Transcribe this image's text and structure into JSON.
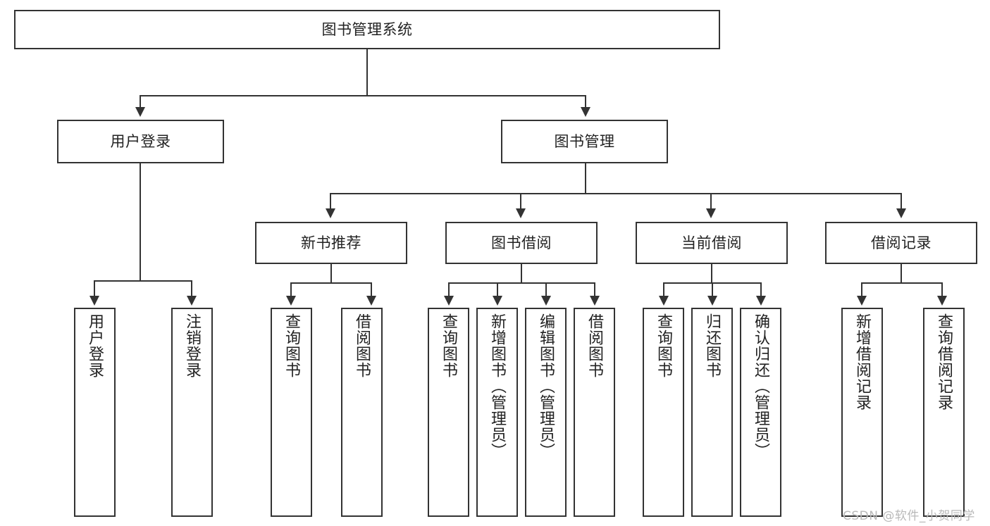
{
  "diagram": {
    "title": "图书管理系统",
    "type": "tree",
    "root": {
      "label": "图书管理系统"
    },
    "level2": [
      {
        "label": "用户登录"
      },
      {
        "label": "图书管理"
      }
    ],
    "level3": [
      {
        "label": "新书推荐"
      },
      {
        "label": "图书借阅"
      },
      {
        "label": "当前借阅"
      },
      {
        "label": "借阅记录"
      }
    ],
    "leaves": {
      "user_login": [
        {
          "label": "用户登录"
        },
        {
          "label": "注销登录"
        }
      ],
      "new_book_recommend": [
        {
          "label": "查询图书"
        },
        {
          "label": "借阅图书"
        }
      ],
      "book_borrow": [
        {
          "label": "查询图书"
        },
        {
          "label": "新增图书（管理员）"
        },
        {
          "label": "编辑图书（管理员）"
        },
        {
          "label": "借阅图书"
        }
      ],
      "current_borrow": [
        {
          "label": "查询图书"
        },
        {
          "label": "归还图书"
        },
        {
          "label": "确认归还（管理员）"
        }
      ],
      "borrow_record": [
        {
          "label": "新增借阅记录"
        },
        {
          "label": "查询借阅记录"
        }
      ]
    }
  },
  "watermark": {
    "text": "CSDN @软件_小贺同学"
  },
  "colors": {
    "stroke": "#333333",
    "text": "#222222",
    "background": "#ffffff",
    "watermark": "#b9b9b9"
  }
}
